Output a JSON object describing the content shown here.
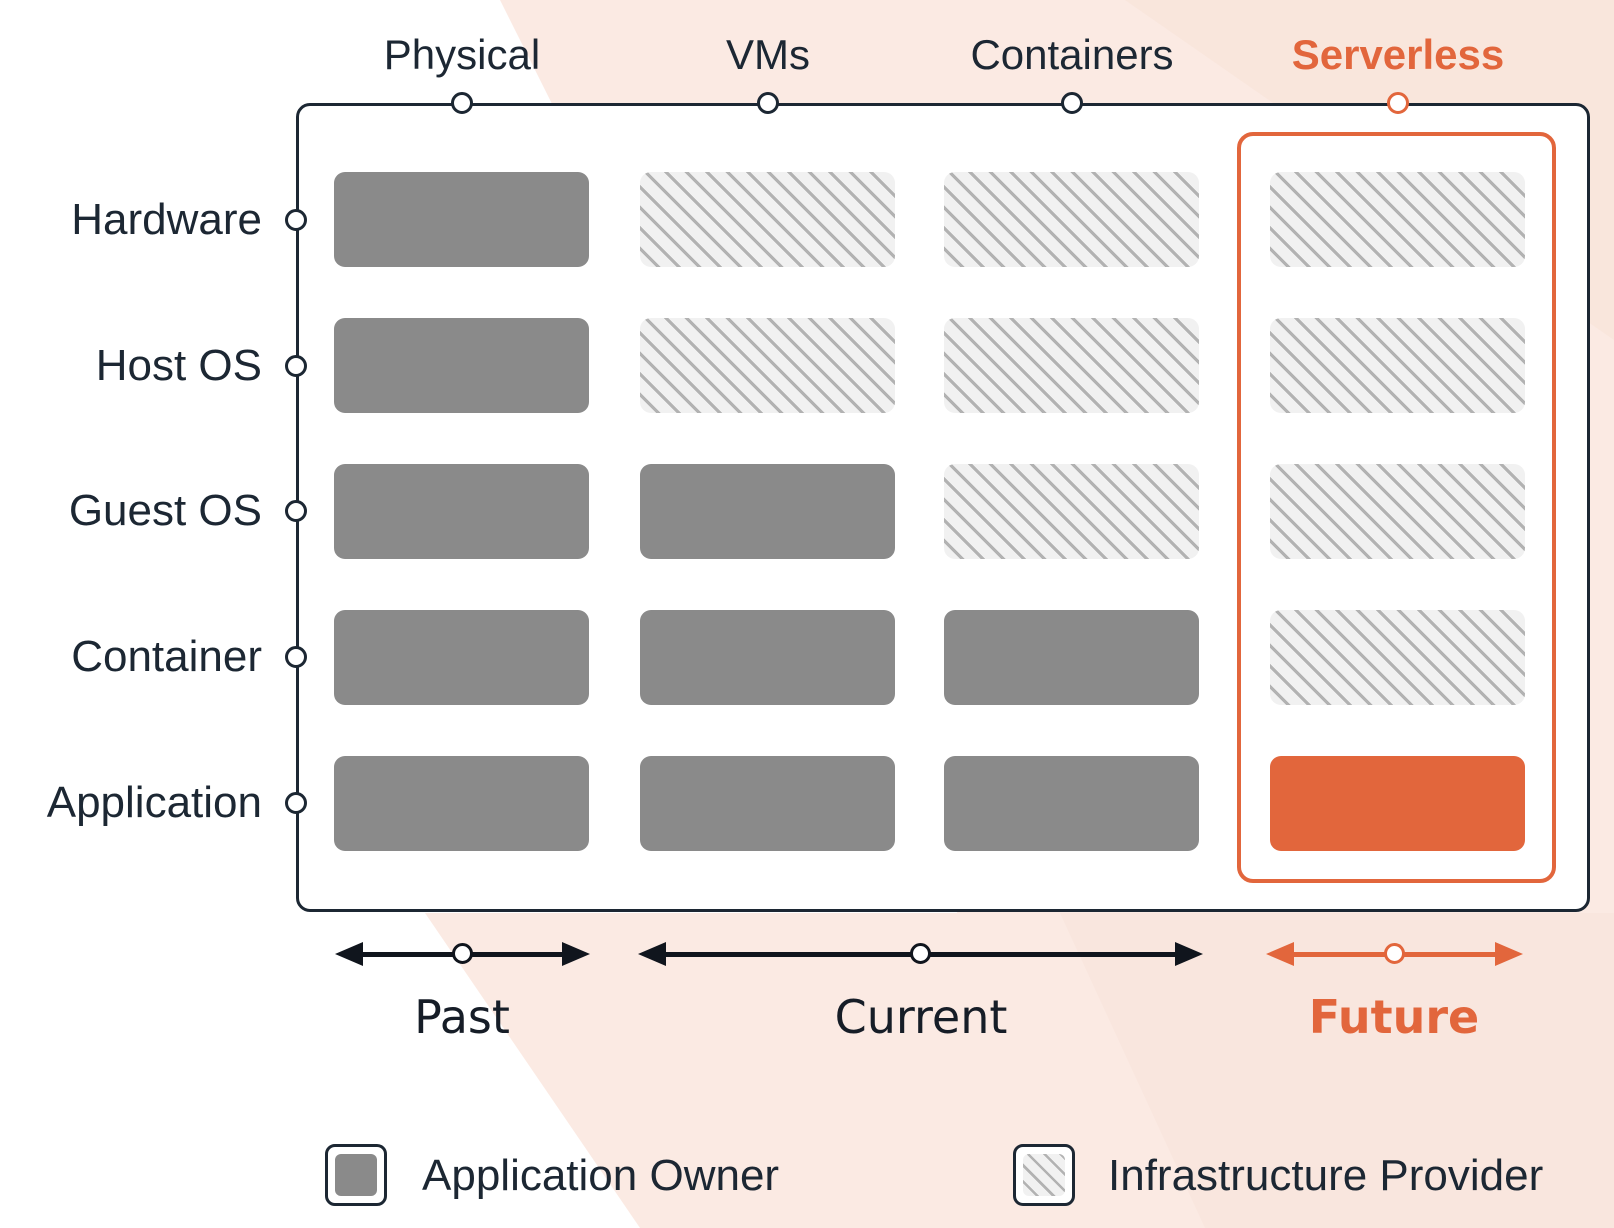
{
  "columns": [
    {
      "label": "Physical",
      "highlight": false
    },
    {
      "label": "VMs",
      "highlight": false
    },
    {
      "label": "Containers",
      "highlight": false
    },
    {
      "label": "Serverless",
      "highlight": true
    }
  ],
  "rows": [
    {
      "label": "Hardware"
    },
    {
      "label": "Host OS"
    },
    {
      "label": "Guest OS"
    },
    {
      "label": "Container"
    },
    {
      "label": "Application"
    }
  ],
  "grid_matrix": [
    [
      "owner",
      "provider",
      "provider",
      "provider"
    ],
    [
      "owner",
      "provider",
      "provider",
      "provider"
    ],
    [
      "owner",
      "owner",
      "provider",
      "provider"
    ],
    [
      "owner",
      "owner",
      "owner",
      "provider"
    ],
    [
      "owner",
      "owner",
      "owner",
      "future"
    ]
  ],
  "grid_key": {
    "owner": "Application Owner",
    "provider": "Infrastructure Provider",
    "future": "Application Owner (Serverless highlight)"
  },
  "timeline": [
    {
      "label": "Past",
      "columns": [
        "Physical"
      ],
      "highlight": false
    },
    {
      "label": "Current",
      "columns": [
        "VMs",
        "Containers"
      ],
      "highlight": false
    },
    {
      "label": "Future",
      "columns": [
        "Serverless"
      ],
      "highlight": true
    }
  ],
  "legend": [
    {
      "label": "Application Owner",
      "swatch": "owner"
    },
    {
      "label": "Infrastructure Provider",
      "swatch": "provider"
    }
  ],
  "colors": {
    "text_navy": "#1c2733",
    "frame_navy": "#1c2733",
    "arrow_black": "#10151d",
    "accent_orange": "#e2663c",
    "owner_gray": "#8a8a8a",
    "hatch_bg": "#f1f1f1",
    "hatch_line": "#b2b2b2",
    "bg_peach": "#fbeae3",
    "bg_peach_deep": "#f8e1d7"
  }
}
